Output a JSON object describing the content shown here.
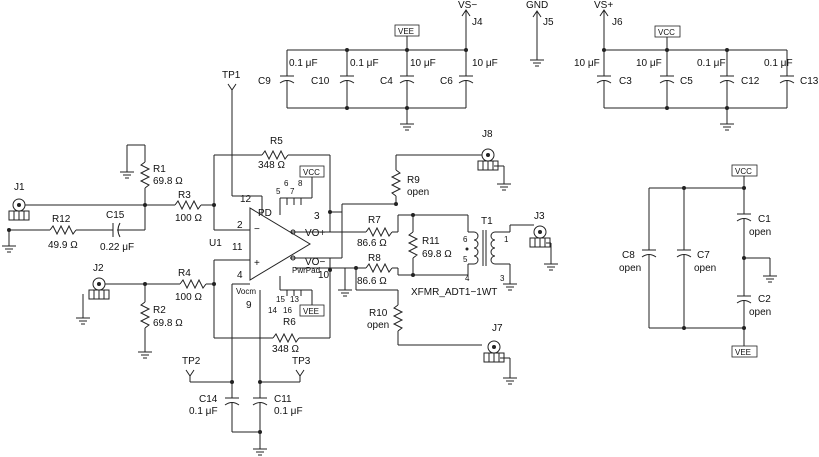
{
  "labels": {
    "vs_minus": "VS−",
    "j4": "J4",
    "gnd": "GND",
    "j5": "J5",
    "vs_plus": "VS+",
    "j6": "J6",
    "vee_top": "VEE",
    "vcc_top": "VCC",
    "c9": "C9",
    "c9v": "0.1 μF",
    "c10": "C10",
    "c10v": "0.1 μF",
    "c4": "C4",
    "c4v": "10 μF",
    "c6": "C6",
    "c6v": "10 μF",
    "c3": "C3",
    "c3v": "10 μF",
    "c5": "C5",
    "c5v": "10 μF",
    "c12": "C12",
    "c12v": "0.1 μF",
    "c13": "C13",
    "c13v": "0.1 μF",
    "tp1": "TP1",
    "tp2": "TP2",
    "tp3": "TP3",
    "r5": "R5",
    "r5v": "348 Ω",
    "r1": "R1",
    "r1v": "69.8 Ω",
    "r3": "R3",
    "r3v": "100 Ω",
    "r12": "R12",
    "r12v": "49.9 Ω",
    "c15": "C15",
    "c15v": "0.22 μF",
    "j1": "J1",
    "j2": "J2",
    "j3": "J3",
    "j7": "J7",
    "j8": "J8",
    "r4": "R4",
    "r4v": "100 Ω",
    "r2": "R2",
    "r2v": "69.8 Ω",
    "r6": "R6",
    "r6v": "348 Ω",
    "r7": "R7",
    "r7v": "86.6 Ω",
    "r8": "R8",
    "r8v": "86.6 Ω",
    "r9": "R9",
    "r9v": "open",
    "r10": "R10",
    "r10v": "open",
    "r11": "R11",
    "r11v": "69.8 Ω",
    "t1": "T1",
    "xfmr": "XFMR_ADT1−1WT",
    "u1": "U1",
    "pd": "PD",
    "vocm": "Vocm",
    "pwrpad": "PwrPad",
    "vo_plus": "VO+",
    "vo_minus": "VO−",
    "vcc_u": "VCC",
    "vee_u": "VEE",
    "c14": "C14",
    "c14v": "0.1 μF",
    "c11": "C11",
    "c11v": "0.1 μF",
    "c8": "C8",
    "c8v": "open",
    "c7": "C7",
    "c7v": "open",
    "c1": "C1",
    "c1v": "open",
    "c2": "C2",
    "c2v": "open",
    "vcc_r": "VCC",
    "vee_r": "VEE",
    "p12": "12",
    "p2": "2",
    "p11": "11",
    "p4": "4",
    "p3": "3",
    "p10": "10",
    "p9": "9",
    "p5": "5",
    "p6": "6",
    "p7": "7",
    "p8": "8",
    "p15": "15",
    "p13": "13",
    "p14": "14",
    "p16": "16",
    "t6": "6",
    "t5": "5",
    "t4": "4",
    "t1n": "1",
    "t3": "3",
    "minus": "−",
    "plus": "+"
  }
}
